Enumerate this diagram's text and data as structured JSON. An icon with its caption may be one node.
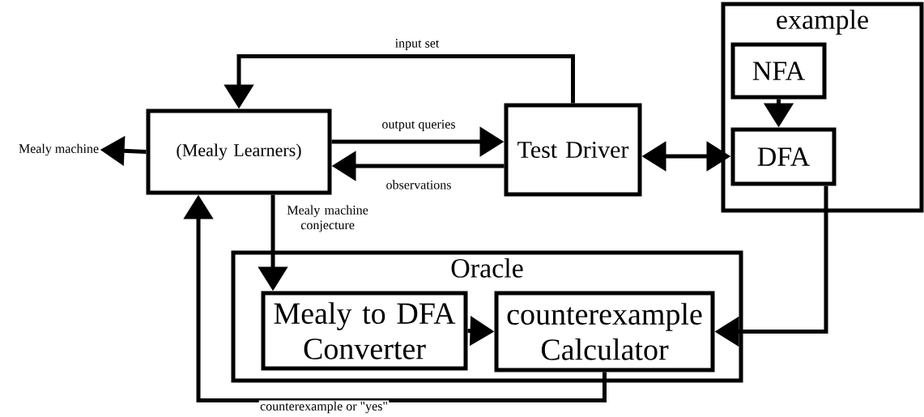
{
  "diagram": {
    "nodes": [
      {
        "text": [
          "Mealy machine"
        ]
      },
      {
        "text": [
          "(Mealy Learners)"
        ]
      },
      {
        "text": [
          "Test Driver"
        ]
      },
      {
        "text": [
          "example"
        ]
      },
      {
        "text": [
          "NFA"
        ],
        "in": 3
      },
      {
        "text": [
          "DFA"
        ],
        "in": 3
      },
      {
        "text": [
          "Oracle"
        ]
      },
      {
        "text": [
          "Mealy to DFA Converter"
        ],
        "in": 6
      },
      {
        "text": [
          "counterexample Calculator"
        ],
        "in": 6
      }
    ],
    "edges": [
      {
        "from": 1,
        "to": 0,
        "arrow": "to"
      },
      {
        "from": 2,
        "to": 1,
        "arrow": "to",
        "label": "input set"
      },
      {
        "from": 1,
        "to": 2,
        "arrow": "to",
        "label": "output queries"
      },
      {
        "from": 2,
        "to": 1,
        "arrow": "to",
        "label": "observations"
      },
      {
        "from": 2,
        "to": 5,
        "arrow": "both"
      },
      {
        "from": 4,
        "to": 5,
        "arrow": "to"
      },
      {
        "from": 1,
        "to": 7,
        "arrow": "to",
        "label": "Mealy machine conjecture"
      },
      {
        "from": 7,
        "to": 8,
        "arrow": "to"
      },
      {
        "from": 5,
        "to": 8,
        "arrow": "to"
      },
      {
        "from": 8,
        "to": 1,
        "arrow": "to",
        "label": "counterexample or \"yes\""
      }
    ]
  }
}
